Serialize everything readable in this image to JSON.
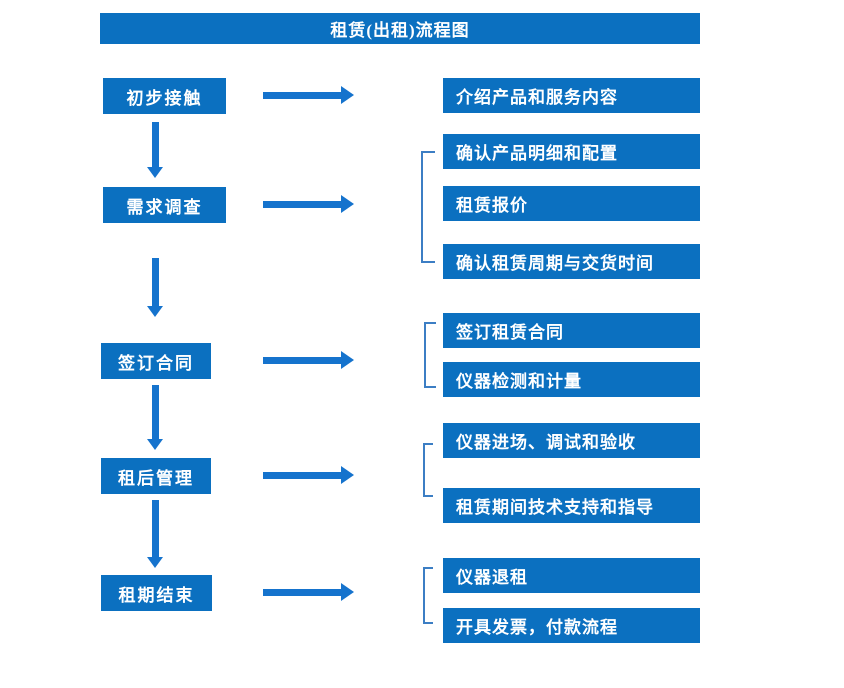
{
  "title": "租赁(出租)流程图",
  "stages": [
    {
      "label": "初步接触",
      "outputs": [
        "介绍产品和服务内容"
      ]
    },
    {
      "label": "需求调查",
      "outputs": [
        "确认产品明细和配置",
        "租赁报价",
        "确认租赁周期与交货时间"
      ]
    },
    {
      "label": "签订合同",
      "outputs": [
        "签订租赁合同",
        "仪器检测和计量"
      ]
    },
    {
      "label": "租后管理",
      "outputs": [
        "仪器进场、调试和验收",
        "租赁期间技术支持和指导"
      ]
    },
    {
      "label": "租期结束",
      "outputs": [
        "仪器退租",
        "开具发票，付款流程"
      ]
    }
  ],
  "colors": {
    "box_blue": "#0b70c0",
    "arrow_blue": "#1573cd",
    "bracket_blue": "#3c7ec4",
    "text": "#ffffff"
  }
}
